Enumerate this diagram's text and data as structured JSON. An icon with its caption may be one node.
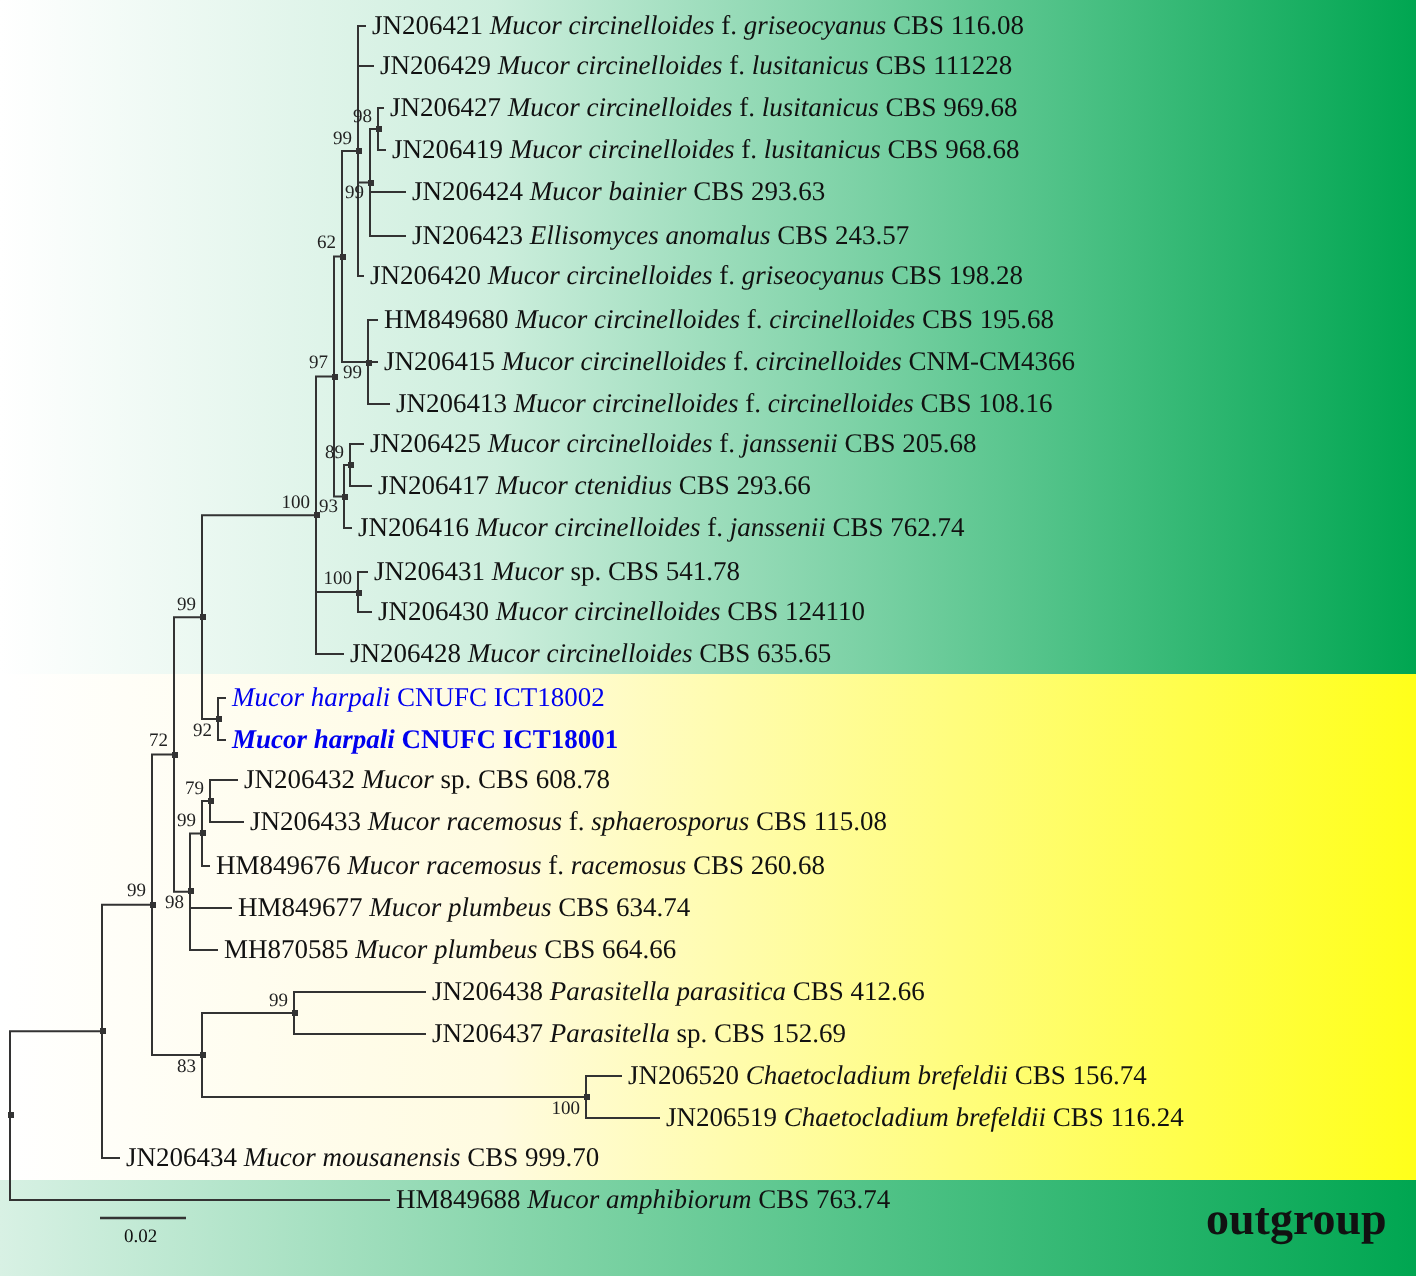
{
  "diagram": {
    "nodes": [
      {
        "text": [
          "JN206421 *Mucor circinelloides* f. *griseocyanus* CBS 116.08"
        ]
      },
      {
        "text": [
          "JN206429 *Mucor circinelloides* f. *lusitanicus* CBS 111228"
        ]
      },
      {
        "text": [
          "JN206427 *Mucor circinelloides* f. *lusitanicus* CBS 969.68"
        ]
      },
      {
        "text": [
          "JN206419 *Mucor circinelloides* f. *lusitanicus* CBS 968.68"
        ]
      },
      {
        "text": [
          "JN206424 *Mucor bainier* CBS 293.63"
        ]
      },
      {
        "text": [
          "JN206423 *Ellisomyces anomalus* CBS 243.57"
        ]
      },
      {
        "text": [
          "JN206420 *Mucor circinelloides* f. *griseocyanus* CBS 198.28"
        ]
      },
      {
        "text": [
          "HM849680 *Mucor circinelloides* f. *circinelloides* CBS 195.68"
        ]
      },
      {
        "text": [
          "JN206415 *Mucor circinelloides* f. *circinelloides* CNM-CM4366"
        ]
      },
      {
        "text": [
          "JN206413 *Mucor circinelloides* f. *circinelloides* CBS 108.16"
        ]
      },
      {
        "text": [
          "JN206425 *Mucor circinelloides* f. *janssenii* CBS 205.68"
        ]
      },
      {
        "text": [
          "JN206417 *Mucor ctenidius* CBS 293.66"
        ]
      },
      {
        "text": [
          "JN206416 *Mucor circinelloides* f. *janssenii* CBS 762.74"
        ]
      },
      {
        "text": [
          "JN206431 *Mucor* sp. CBS 541.78"
        ]
      },
      {
        "text": [
          "JN206430 *Mucor circinelloides* CBS 124110"
        ]
      },
      {
        "text": [
          "JN206428 *Mucor circinelloides* CBS 635.65"
        ]
      },
      {
        "text": [
          "*Mucor harpali* CNUFC ICT18002"
        ]
      },
      {
        "text": [
          "*Mucor harpali* CNUFC ICT18001"
        ]
      },
      {
        "text": [
          "JN206432 *Mucor* sp. CBS 608.78"
        ]
      },
      {
        "text": [
          "JN206433 *Mucor racemosus* f. *sphaerosporus* CBS 115.08"
        ]
      },
      {
        "text": [
          "HM849676 *Mucor racemosus* f. *racemosus* CBS 260.68"
        ]
      },
      {
        "text": [
          "HM849677 *Mucor plumbeus* CBS 634.74"
        ]
      },
      {
        "text": [
          "MH870585 *Mucor plumbeus* CBS 664.66"
        ]
      },
      {
        "text": [
          "JN206438 *Parasitella parasitica* CBS 412.66"
        ]
      },
      {
        "text": [
          "JN206437 *Parasitella* sp. CBS 152.69"
        ]
      },
      {
        "text": [
          "JN206520 *Chaetocladium brefeldii* CBS 156.74"
        ]
      },
      {
        "text": [
          "JN206519 *Chaetocladium brefeldii* CBS 116.24"
        ]
      },
      {
        "text": [
          "JN206434 *Mucor mousanensis* CBS 999.70"
        ]
      },
      {
        "text": [
          "HM849688 *Mucor amphibiorum* CBS 763.74"
        ]
      },
      {
        "text": [],
        "shape": "point"
      },
      {
        "text": [],
        "shape": "point"
      },
      {
        "text": [],
        "shape": "point",
        "beside": [
          "99"
        ]
      },
      {
        "text": [],
        "shape": "point",
        "beside": [
          "72"
        ]
      },
      {
        "text": [],
        "shape": "point",
        "beside": [
          "99"
        ]
      },
      {
        "text": [],
        "shape": "point",
        "beside": [
          "100"
        ]
      },
      {
        "text": [],
        "shape": "point",
        "beside": [
          "97"
        ]
      },
      {
        "text": [],
        "shape": "point",
        "beside": [
          "62"
        ]
      },
      {
        "text": [],
        "shape": "point",
        "beside": [
          "99"
        ]
      },
      {
        "text": [],
        "shape": "point",
        "beside": [
          "99"
        ]
      },
      {
        "text": [],
        "shape": "point",
        "beside": [
          "98"
        ]
      },
      {
        "text": [],
        "shape": "point",
        "beside": [
          "99"
        ]
      },
      {
        "text": [],
        "shape": "point",
        "beside": [
          "93"
        ]
      },
      {
        "text": [],
        "shape": "point",
        "beside": [
          "89"
        ]
      },
      {
        "text": [],
        "shape": "point",
        "beside": [
          "100"
        ]
      },
      {
        "text": [],
        "shape": "point",
        "beside": [
          "92"
        ]
      },
      {
        "text": [],
        "shape": "point",
        "beside": [
          "98"
        ]
      },
      {
        "text": [],
        "shape": "point",
        "beside": [
          "99"
        ]
      },
      {
        "text": [],
        "shape": "point",
        "beside": [
          "79"
        ]
      },
      {
        "text": [],
        "shape": "point",
        "beside": [
          "83"
        ]
      },
      {
        "text": [],
        "shape": "point",
        "beside": [
          "99"
        ]
      },
      {
        "text": [],
        "shape": "point",
        "beside": [
          "100"
        ]
      }
    ],
    "edges": [
      {
        "from": 29,
        "to": 30,
        "arrow": "none"
      },
      {
        "from": 29,
        "to": 28,
        "arrow": "none"
      },
      {
        "from": 30,
        "to": 31,
        "arrow": "none"
      },
      {
        "from": 30,
        "to": 27,
        "arrow": "none"
      },
      {
        "from": 31,
        "to": 32,
        "arrow": "none"
      },
      {
        "from": 31,
        "to": 48,
        "arrow": "none"
      },
      {
        "from": 32,
        "to": 33,
        "arrow": "none"
      },
      {
        "from": 32,
        "to": 45,
        "arrow": "none"
      },
      {
        "from": 33,
        "to": 34,
        "arrow": "none"
      },
      {
        "from": 33,
        "to": 44,
        "arrow": "none"
      },
      {
        "from": 34,
        "to": 35,
        "arrow": "none"
      },
      {
        "from": 34,
        "to": 43,
        "arrow": "none"
      },
      {
        "from": 34,
        "to": 15,
        "arrow": "none"
      },
      {
        "from": 35,
        "to": 36,
        "arrow": "none"
      },
      {
        "from": 35,
        "to": 41,
        "arrow": "none"
      },
      {
        "from": 36,
        "to": 37,
        "arrow": "none"
      },
      {
        "from": 36,
        "to": 40,
        "arrow": "none"
      },
      {
        "from": 37,
        "to": 0,
        "arrow": "none"
      },
      {
        "from": 37,
        "to": 1,
        "arrow": "none"
      },
      {
        "from": 37,
        "to": 38,
        "arrow": "none"
      },
      {
        "from": 37,
        "to": 6,
        "arrow": "none"
      },
      {
        "from": 38,
        "to": 39,
        "arrow": "none"
      },
      {
        "from": 38,
        "to": 4,
        "arrow": "none"
      },
      {
        "from": 38,
        "to": 5,
        "arrow": "none"
      },
      {
        "from": 39,
        "to": 2,
        "arrow": "none"
      },
      {
        "from": 39,
        "to": 3,
        "arrow": "none"
      },
      {
        "from": 40,
        "to": 7,
        "arrow": "none"
      },
      {
        "from": 40,
        "to": 8,
        "arrow": "none"
      },
      {
        "from": 40,
        "to": 9,
        "arrow": "none"
      },
      {
        "from": 41,
        "to": 42,
        "arrow": "none"
      },
      {
        "from": 41,
        "to": 12,
        "arrow": "none"
      },
      {
        "from": 42,
        "to": 10,
        "arrow": "none"
      },
      {
        "from": 42,
        "to": 11,
        "arrow": "none"
      },
      {
        "from": 43,
        "to": 13,
        "arrow": "none"
      },
      {
        "from": 43,
        "to": 14,
        "arrow": "none"
      },
      {
        "from": 44,
        "to": 16,
        "arrow": "none"
      },
      {
        "from": 44,
        "to": 17,
        "arrow": "none"
      },
      {
        "from": 45,
        "to": 46,
        "arrow": "none"
      },
      {
        "from": 45,
        "to": 21,
        "arrow": "none"
      },
      {
        "from": 45,
        "to": 22,
        "arrow": "none"
      },
      {
        "from": 46,
        "to": 47,
        "arrow": "none"
      },
      {
        "from": 46,
        "to": 20,
        "arrow": "none"
      },
      {
        "from": 47,
        "to": 18,
        "arrow": "none"
      },
      {
        "from": 47,
        "to": 19,
        "arrow": "none"
      },
      {
        "from": 48,
        "to": 49,
        "arrow": "none"
      },
      {
        "from": 48,
        "to": 50,
        "arrow": "none"
      },
      {
        "from": 49,
        "to": 23,
        "arrow": "none"
      },
      {
        "from": 49,
        "to": 24,
        "arrow": "none"
      },
      {
        "from": 50,
        "to": 25,
        "arrow": "none"
      },
      {
        "from": 50,
        "to": 26,
        "arrow": "none"
      }
    ],
    "labels": [
      "outgroup",
      "0.02"
    ]
  }
}
